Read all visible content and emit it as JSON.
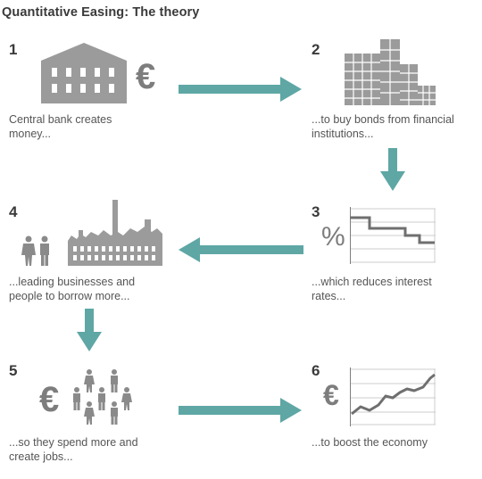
{
  "title": "Quantitative Easing: The theory",
  "steps": [
    {
      "number": "1",
      "line1": "Central bank creates",
      "line2": "money..."
    },
    {
      "number": "2",
      "line1": "...to buy bonds from financial",
      "line2": "institutions..."
    },
    {
      "number": "3",
      "line1": "...which reduces interest",
      "line2": "rates..."
    },
    {
      "number": "4",
      "line1": "...leading businesses and",
      "line2": "people to borrow more..."
    },
    {
      "number": "5",
      "line1": "...so they spend more and",
      "line2": "create jobs..."
    },
    {
      "number": "6",
      "line1": "...to boost the economy",
      "line2": ""
    }
  ],
  "symbols": {
    "euro": "€",
    "percent": "%"
  },
  "colors": {
    "arrow": "#5ea7a5",
    "icon": "#9b9b9b",
    "text": "#555555"
  },
  "icons": [
    "bank-building-icon",
    "office-buildings-icon",
    "falling-rate-chart-icon",
    "factory-icon",
    "people-icon",
    "rising-economy-chart-icon"
  ]
}
